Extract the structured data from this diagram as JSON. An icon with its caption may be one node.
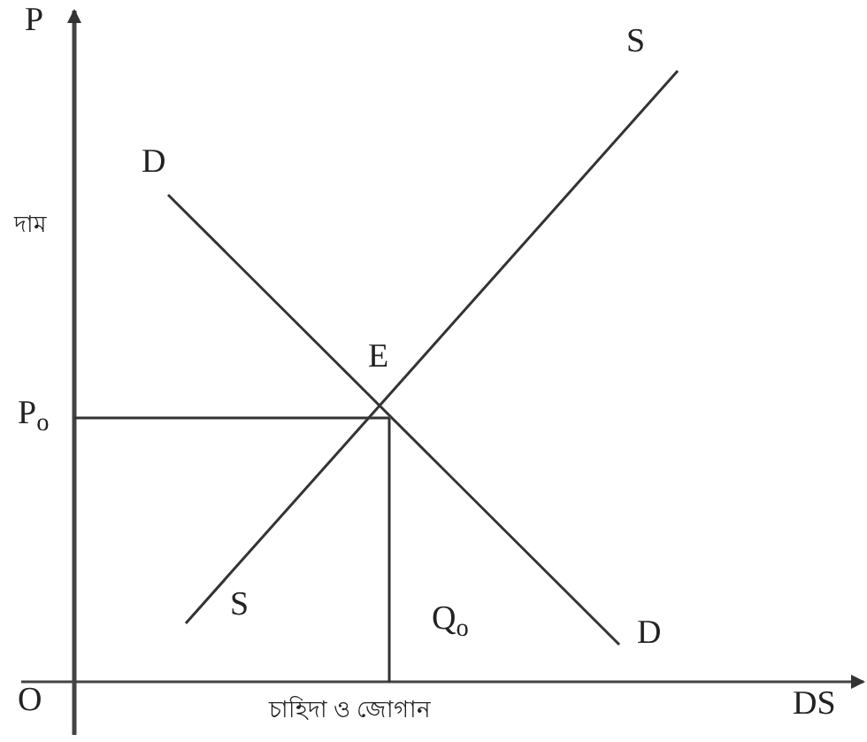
{
  "diagram": {
    "labels": [
      "P",
      "S",
      "D",
      "দাম",
      "E",
      "P$_{o}$",
      "S",
      "Q$_{o}$",
      "D",
      "O",
      "চাহিদা ও জোগান",
      "DS"
    ]
  }
}
